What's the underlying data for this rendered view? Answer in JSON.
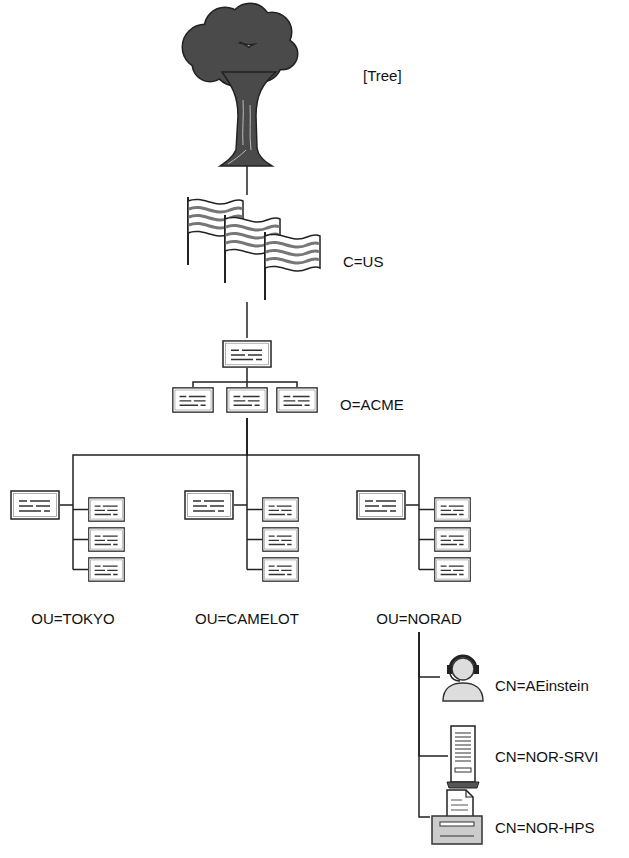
{
  "diagram": {
    "nodes": [
      {
        "text": [
          "[Tree]"
        ]
      },
      {
        "text": [
          "C=US"
        ]
      },
      {
        "text": [
          "O=ACME"
        ]
      },
      {
        "text": [
          "OU=TOKYO"
        ]
      },
      {
        "text": [
          "OU=CAMELOT"
        ]
      },
      {
        "text": [
          "OU=NORAD"
        ]
      },
      {
        "text": [
          "CN=AEinstein"
        ]
      },
      {
        "text": [
          "CN=NOR-SRVI"
        ]
      },
      {
        "text": [
          "CN=NOR-HPS"
        ]
      }
    ],
    "edges": [
      {
        "from": 0,
        "to": 1,
        "arrow": "none"
      },
      {
        "from": 1,
        "to": 2,
        "arrow": "none"
      },
      {
        "from": 2,
        "to": 3,
        "arrow": "none"
      },
      {
        "from": 2,
        "to": 4,
        "arrow": "none"
      },
      {
        "from": 2,
        "to": 5,
        "arrow": "none"
      },
      {
        "from": 5,
        "to": 6,
        "arrow": "none"
      },
      {
        "from": 5,
        "to": 7,
        "arrow": "none"
      },
      {
        "from": 5,
        "to": 8,
        "arrow": "none"
      }
    ]
  }
}
